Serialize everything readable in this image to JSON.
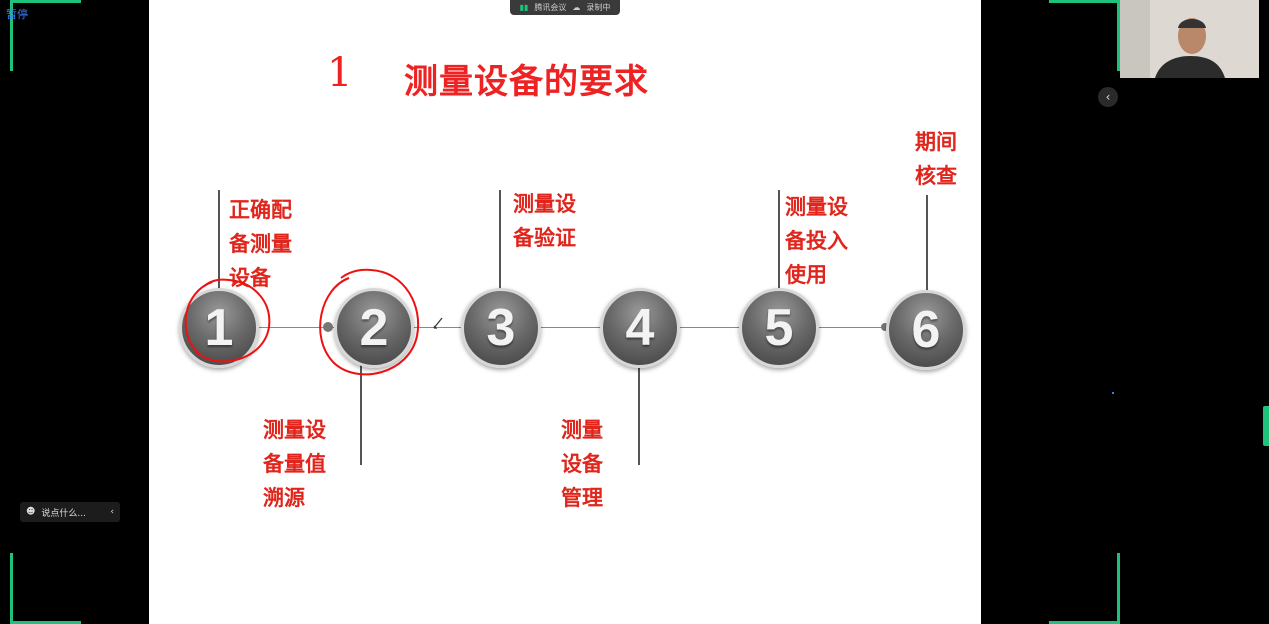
{
  "meeting": {
    "app_name": "腾讯会议",
    "recording_status": "录制中",
    "pause_label": "暂停",
    "chat_placeholder": "说点什么...",
    "accent_color": "#1ec27a"
  },
  "slide": {
    "title_number": "1",
    "title_text": "测量设备的要求",
    "title_color": "#e22222",
    "steps": [
      {
        "number": "1",
        "label": "正确配\n备测量\n设备",
        "position": "above"
      },
      {
        "number": "2",
        "label": "测量设\n备量值\n溯源",
        "position": "below"
      },
      {
        "number": "3",
        "label": "测量设\n备验证",
        "position": "above"
      },
      {
        "number": "4",
        "label": "测量\n设备\n管理",
        "position": "below"
      },
      {
        "number": "5",
        "label": "测量设\n备投入\n使用",
        "position": "above"
      },
      {
        "number": "6",
        "label": "期间\n核查",
        "position": "above"
      }
    ]
  }
}
